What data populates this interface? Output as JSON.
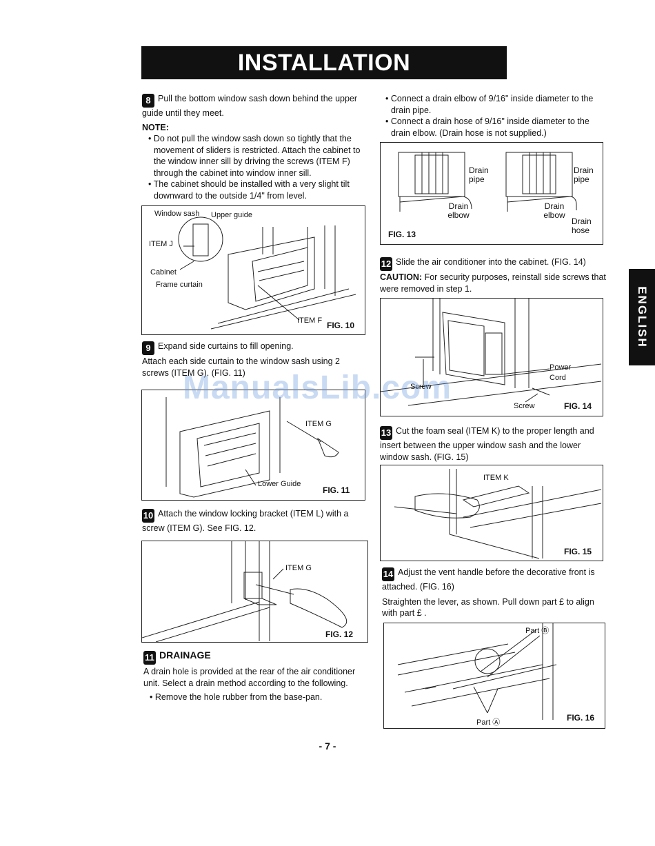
{
  "title": "INSTALLATION",
  "side_tab": "ENGLISH",
  "page_number": "- 7 -",
  "watermark": "ManualsLib.com",
  "step8": {
    "num": "8",
    "text": "Pull the bottom window sash down behind the upper guide until they meet.",
    "note_label": "NOTE:",
    "notes": [
      "Do not pull the window sash down so tightly that the movement of sliders is restricted. Attach the cabinet to the window inner sill by driving the screws (ITEM F) through the cabinet into window inner sill.",
      "The cabinet should be installed with a very slight tilt downward to the outside 1/4\" from level."
    ]
  },
  "fig10": {
    "label": "FIG. 10",
    "window_sash": "Window sash",
    "upper_guide": "Upper guide",
    "item_j": "ITEM J",
    "cabinet": "Cabinet",
    "frame_curtain": "Frame curtain",
    "item_f": "ITEM F"
  },
  "step9": {
    "num": "9",
    "text": "Expand side curtains to fill opening.",
    "text2": "Attach each side curtain to the window sash using 2 screws (ITEM G). (FIG. 11)"
  },
  "fig11": {
    "label": "FIG. 11",
    "item_g": "ITEM G",
    "lower_guide": "Lower Guide"
  },
  "step10": {
    "num": "10",
    "text": "Attach the window locking bracket (ITEM L) with a screw (ITEM G). See FIG. 12."
  },
  "fig12": {
    "label": "FIG. 12",
    "item_g": "ITEM G"
  },
  "step11": {
    "num": "11",
    "title": "DRAINAGE",
    "text": "A drain hole is provided at the rear of the air conditioner unit. Select a drain method according to the following.",
    "bullets": [
      "Remove the hole rubber from the base-pan."
    ]
  },
  "right_bullets": [
    "Connect a drain elbow of 9/16\" inside diameter to the drain pipe.",
    "Connect a drain hose of 9/16\" inside diameter to the drain elbow. (Drain hose is not supplied.)"
  ],
  "fig13": {
    "label": "FIG. 13",
    "drain_pipe_1": "Drain pipe",
    "drain_elbow_1": "Drain elbow",
    "drain_pipe_2": "Drain pipe",
    "drain_elbow_2": "Drain elbow",
    "drain_hose": "Drain hose"
  },
  "step12": {
    "num": "12",
    "text": "Slide the air conditioner into the cabinet. (FIG. 14)",
    "caution_label": "CAUTION:",
    "caution_text": "For security purposes, reinstall side screws that were removed in step 1."
  },
  "fig14": {
    "label": "FIG. 14",
    "power_cord": "Power Cord",
    "screw_1": "Screw",
    "screw_2": "Screw"
  },
  "step13": {
    "num": "13",
    "text": "Cut the foam seal (ITEM K) to the proper length and insert between the upper window sash and the lower window sash. (FIG. 15)"
  },
  "fig15": {
    "label": "FIG. 15",
    "item_k": "ITEM K"
  },
  "step14": {
    "num": "14",
    "text": "Adjust the vent handle before the decorative front is attached. (FIG. 16)",
    "text2": "Straighten the lever, as shown. Pull down part £  to align with part £ ."
  },
  "fig16": {
    "label": "FIG. 16",
    "part_b": "Part Ⓑ",
    "part_a": "Part Ⓐ"
  }
}
